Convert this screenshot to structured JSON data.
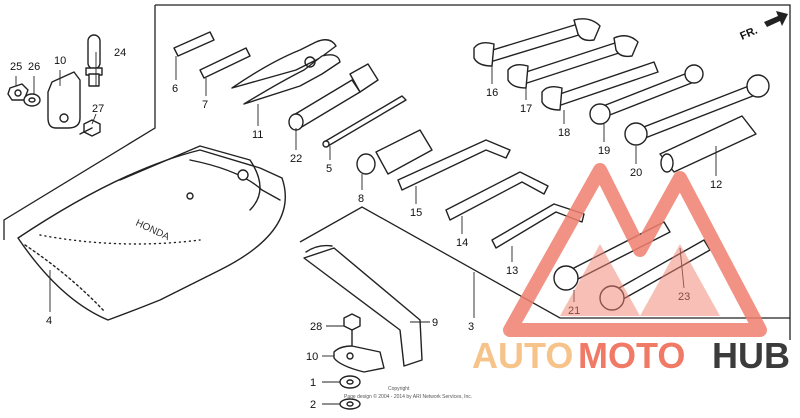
{
  "diagram": {
    "front_indicator": "FR.",
    "callouts": [
      {
        "id": "c1",
        "label": "1"
      },
      {
        "id": "c2",
        "label": "2"
      },
      {
        "id": "c3",
        "label": "3"
      },
      {
        "id": "c4",
        "label": "4"
      },
      {
        "id": "c5",
        "label": "5"
      },
      {
        "id": "c6",
        "label": "6"
      },
      {
        "id": "c7",
        "label": "7"
      },
      {
        "id": "c8",
        "label": "8"
      },
      {
        "id": "c9",
        "label": "9"
      },
      {
        "id": "c10a",
        "label": "10"
      },
      {
        "id": "c10b",
        "label": "10"
      },
      {
        "id": "c11",
        "label": "11"
      },
      {
        "id": "c12",
        "label": "12"
      },
      {
        "id": "c13",
        "label": "13"
      },
      {
        "id": "c14",
        "label": "14"
      },
      {
        "id": "c15",
        "label": "15"
      },
      {
        "id": "c16",
        "label": "16"
      },
      {
        "id": "c17",
        "label": "17"
      },
      {
        "id": "c18",
        "label": "18"
      },
      {
        "id": "c19",
        "label": "19"
      },
      {
        "id": "c20",
        "label": "20"
      },
      {
        "id": "c21",
        "label": "21"
      },
      {
        "id": "c22",
        "label": "22"
      },
      {
        "id": "c23",
        "label": "23"
      },
      {
        "id": "c24",
        "label": "24"
      },
      {
        "id": "c25",
        "label": "25"
      },
      {
        "id": "c26",
        "label": "26"
      },
      {
        "id": "c27",
        "label": "27"
      },
      {
        "id": "c28",
        "label": "28"
      }
    ],
    "bag_brand": "HONDA",
    "copyright_line1": "Copyright",
    "copyright_line2": "Page design © 2004 - 2014 by ARI Network Services, Inc."
  },
  "watermark": {
    "brand_auto": "AUTO",
    "brand_moto": "MOTO",
    "brand_hub": "HUB",
    "colors": {
      "auto": "#f6c48a",
      "moto": "#f07a66",
      "hub": "#3b3b3b",
      "logo": "#f08070"
    }
  }
}
